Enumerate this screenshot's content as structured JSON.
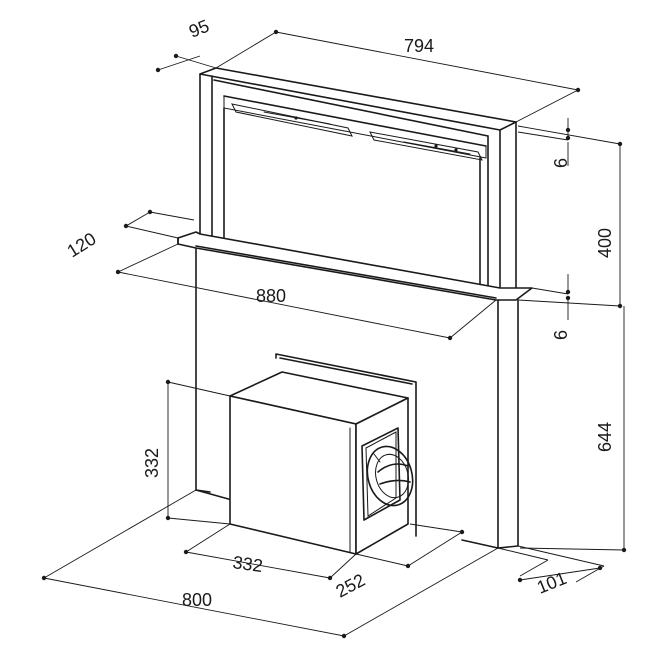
{
  "dimensions": {
    "top_depth": "95",
    "top_width": "794",
    "panel_thickness_top": "6",
    "hood_height": "400",
    "trim_depth": "120",
    "trim_width": "880",
    "panel_thickness_bottom": "6",
    "body_height": "644",
    "motor_height": "332",
    "motor_width": "332",
    "motor_depth": "252",
    "base_width": "800",
    "base_depth": "101"
  },
  "colors": {
    "line": "#1a1a1a",
    "background": "#ffffff"
  }
}
